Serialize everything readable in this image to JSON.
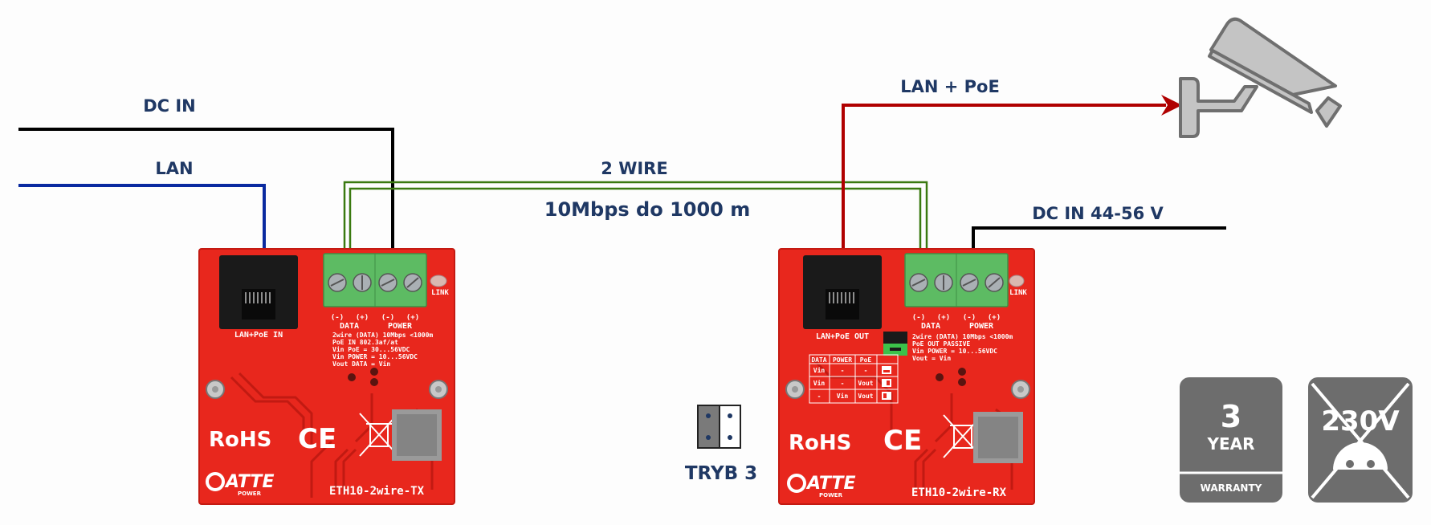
{
  "colors": {
    "label": "#1f3864",
    "dc_wire": "#000000",
    "lan_wire": "#0a2aa0",
    "two_wire": "#3a7a10",
    "poe_wire": "#b00000",
    "pcb": "#e8271d",
    "terminal": "#5dbb63",
    "badge": "#6d6d6d",
    "camera": "#c4c4c4"
  },
  "labels": {
    "dc_in": "DC IN",
    "lan": "LAN",
    "two_wire": "2 WIRE",
    "speed": "10Mbps do 1000 m",
    "lan_poe": "LAN + PoE",
    "dc_in_rx": "DC IN 44-56 V",
    "mode": "TRYB 3"
  },
  "tx_board": {
    "model": "ETH10-2wire-TX",
    "port_label": "LAN+PoE IN",
    "link": "LINK",
    "terminals": {
      "pol": [
        "(-)",
        "(+)",
        "(-)",
        "(+)"
      ],
      "groups": [
        "DATA",
        "POWER"
      ]
    },
    "specs": [
      "2wire (DATA) 10Mbps <1000m",
      "PoE IN 802.3af/at",
      "Vin PoE = 30...56VDC",
      "Vin POWER = 10...56VDC",
      "Vout DATA = Vin"
    ],
    "rohs": "RoHS",
    "ce": "CE",
    "brand": "ATTE",
    "brand_sub": "POWER"
  },
  "rx_board": {
    "model": "ETH10-2wire-RX",
    "port_label": "LAN+PoE OUT",
    "link": "LINK",
    "terminals": {
      "pol": [
        "(-)",
        "(+)",
        "(-)",
        "(+)"
      ],
      "groups": [
        "DATA",
        "POWER"
      ]
    },
    "specs": [
      "2wire (DATA) 10Mbps <1000m",
      "PoE OUT PASSIVE",
      "Vin POWER = 10...56VDC",
      "Vout = Vin"
    ],
    "mode_table": {
      "headers": [
        "DATA",
        "POWER",
        "PoE"
      ],
      "rows": [
        [
          "Vin",
          "-",
          "-"
        ],
        [
          "Vin",
          "-",
          "Vout"
        ],
        [
          "-",
          "Vin",
          "Vout"
        ]
      ]
    },
    "rohs": "RoHS",
    "ce": "CE",
    "brand": "ATTE",
    "brand_sub": "POWER"
  },
  "badges": {
    "warranty": {
      "number": "3",
      "unit": "YEAR",
      "caption": "WARRANTY"
    },
    "no_230v": {
      "text": "230V"
    }
  },
  "icons": {
    "camera": "cctv-camera-icon",
    "jumper": "jumper-mode-icon",
    "weee": "crossed-bin-icon"
  }
}
